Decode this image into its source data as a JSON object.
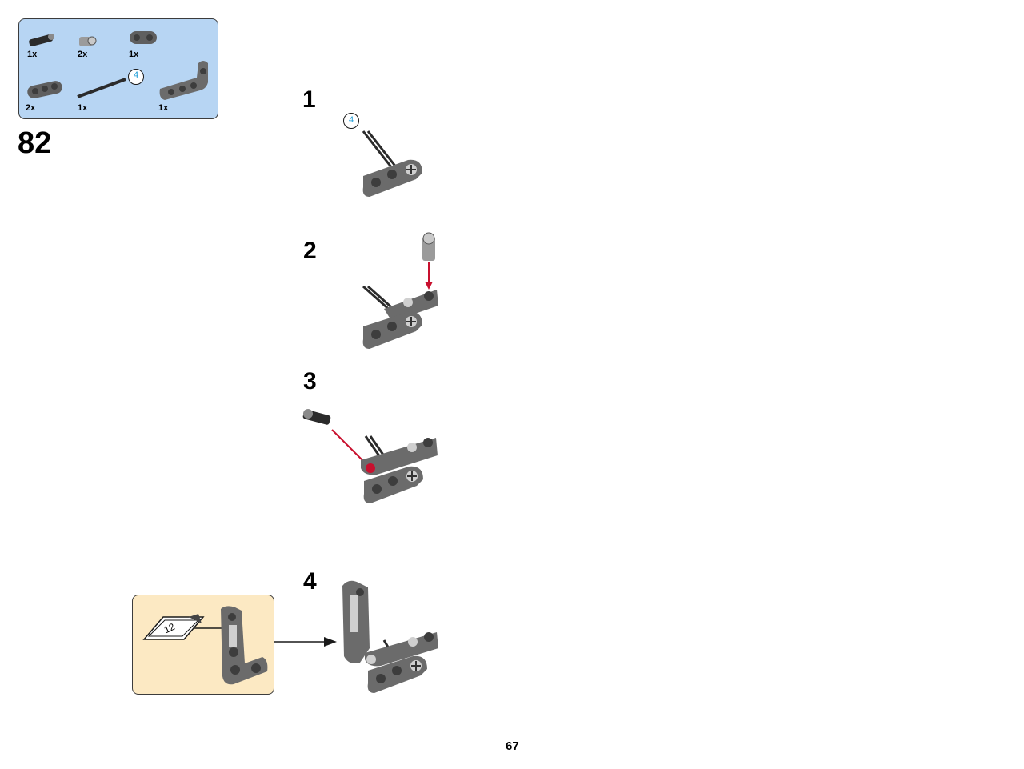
{
  "parts_list": {
    "items": [
      {
        "name": "connector-pin-icon",
        "qty": "1x"
      },
      {
        "name": "bush-icon",
        "qty": "2x"
      },
      {
        "name": "beam-2-icon",
        "qty": "1x"
      },
      {
        "name": "beam-3-icon",
        "qty": "2x"
      },
      {
        "name": "axle-4-icon",
        "qty": "1x",
        "length_label": "4"
      },
      {
        "name": "l-beam-icon",
        "qty": "1x"
      }
    ]
  },
  "step_number": "82",
  "substeps": [
    {
      "label": "1",
      "axle_length_label": "4"
    },
    {
      "label": "2"
    },
    {
      "label": "3"
    },
    {
      "label": "4"
    }
  ],
  "callout": {
    "sticker_number": "12"
  },
  "page_number": "67",
  "colors": {
    "parts_background": "#b7d5f3",
    "callout_background": "#fce9c3",
    "part_gray": "#6b6b6b",
    "arrow_red": "#c8102e",
    "length_circle": "#1a9bd6"
  }
}
